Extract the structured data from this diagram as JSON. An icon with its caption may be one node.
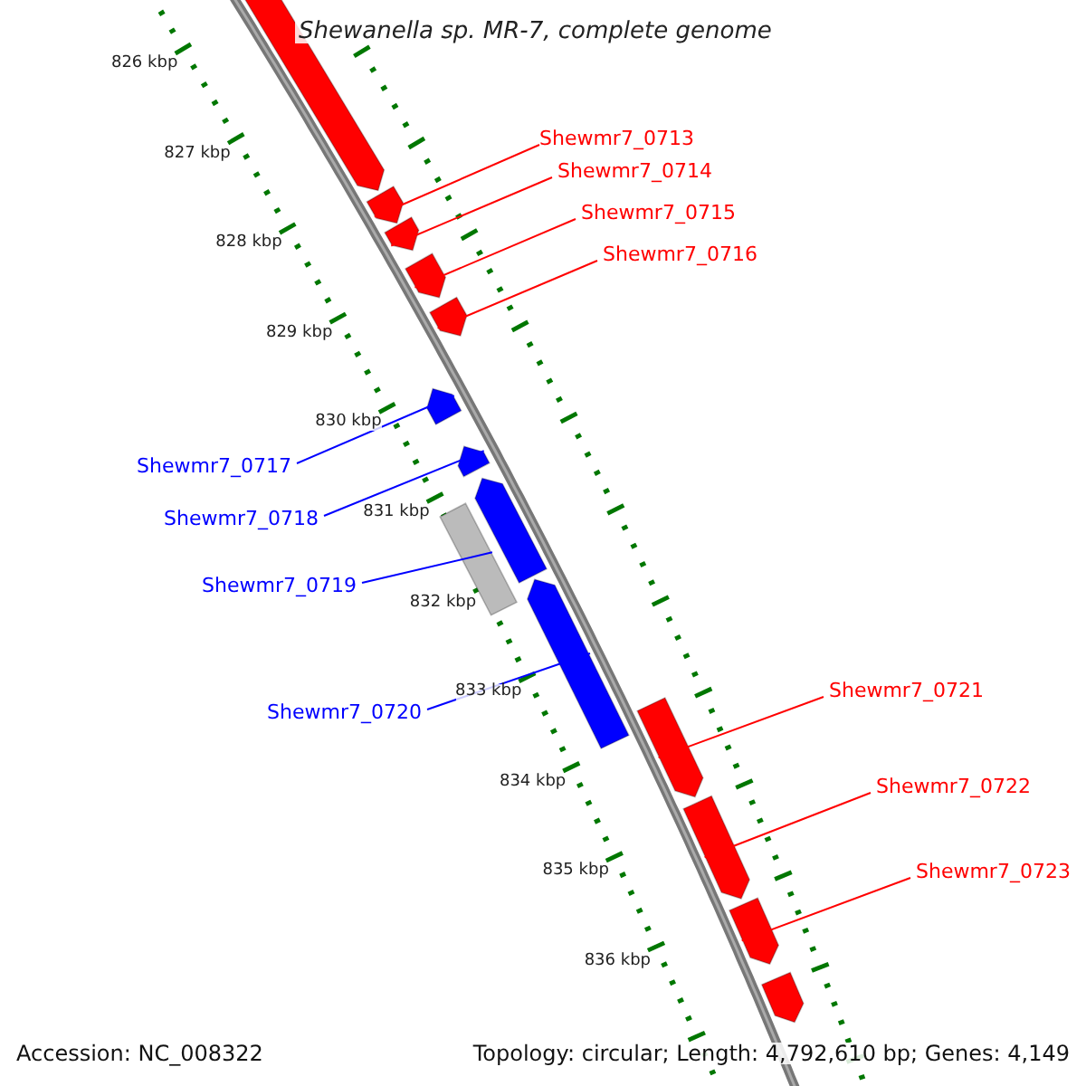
{
  "diagram": {
    "title": "Shewanella sp. MR-7, complete genome",
    "nodes": [
      {
        "text": [
          "Shewmr7_0713"
        ]
      },
      {
        "text": [
          "Shewmr7_0714"
        ]
      },
      {
        "text": [
          "Shewmr7_0715"
        ]
      },
      {
        "text": [
          "Shewmr7_0716"
        ]
      },
      {
        "text": [
          "Shewmr7_0717"
        ]
      },
      {
        "text": [
          "Shewmr7_0718"
        ]
      },
      {
        "text": [
          "Shewmr7_0719"
        ]
      },
      {
        "text": [
          "Shewmr7_0720"
        ]
      },
      {
        "text": [
          "Shewmr7_0721"
        ]
      },
      {
        "text": [
          "Shewmr7_0722"
        ]
      },
      {
        "text": [
          "Shewmr7_0723"
        ]
      },
      {
        "text": [],
        "shape": "arrow"
      },
      {
        "text": [],
        "shape": "arrow"
      },
      {
        "text": [],
        "shape": "arrow"
      },
      {
        "text": [],
        "shape": "arrow"
      },
      {
        "text": [],
        "shape": "arrow"
      },
      {
        "text": [],
        "shape": "arrow"
      },
      {
        "text": [],
        "shape": "arrow"
      },
      {
        "text": [],
        "shape": "bar"
      },
      {
        "text": [],
        "shape": "arrow"
      },
      {
        "text": [],
        "shape": "arrow"
      },
      {
        "text": [],
        "shape": "arrow"
      },
      {
        "text": [],
        "shape": "arrow"
      },
      {
        "text": [],
        "shape": "arrow"
      },
      {
        "text": [],
        "shape": "arrow"
      }
    ],
    "edges": [
      {
        "from": 0,
        "to": 12,
        "arrow": "none"
      },
      {
        "from": 1,
        "to": 13,
        "arrow": "none"
      },
      {
        "from": 2,
        "to": 14,
        "arrow": "none"
      },
      {
        "from": 3,
        "to": 15,
        "arrow": "none"
      },
      {
        "from": 4,
        "to": 16,
        "arrow": "none",
        "color": "#0000ff"
      },
      {
        "from": 5,
        "to": 17,
        "arrow": "none",
        "color": "#0000ff"
      },
      {
        "from": 6,
        "to": 18,
        "arrow": "none",
        "color": "#0000ff"
      },
      {
        "from": 7,
        "to": 20,
        "arrow": "none",
        "color": "#0000ff"
      },
      {
        "from": 8,
        "to": 21,
        "arrow": "none"
      },
      {
        "from": 9,
        "to": 22,
        "arrow": "none"
      },
      {
        "from": 10,
        "to": 23,
        "arrow": "none"
      }
    ],
    "labels": [
      "826 kbp",
      "827 kbp",
      "828 kbp",
      "829 kbp",
      "830 kbp",
      "831 kbp",
      "832 kbp",
      "833 kbp",
      "834 kbp",
      "835 kbp",
      "836 kbp",
      "Accession: NC_008322",
      "Topology: circular; Length: 4,792,610 bp; Genes: 4,149"
    ]
  }
}
